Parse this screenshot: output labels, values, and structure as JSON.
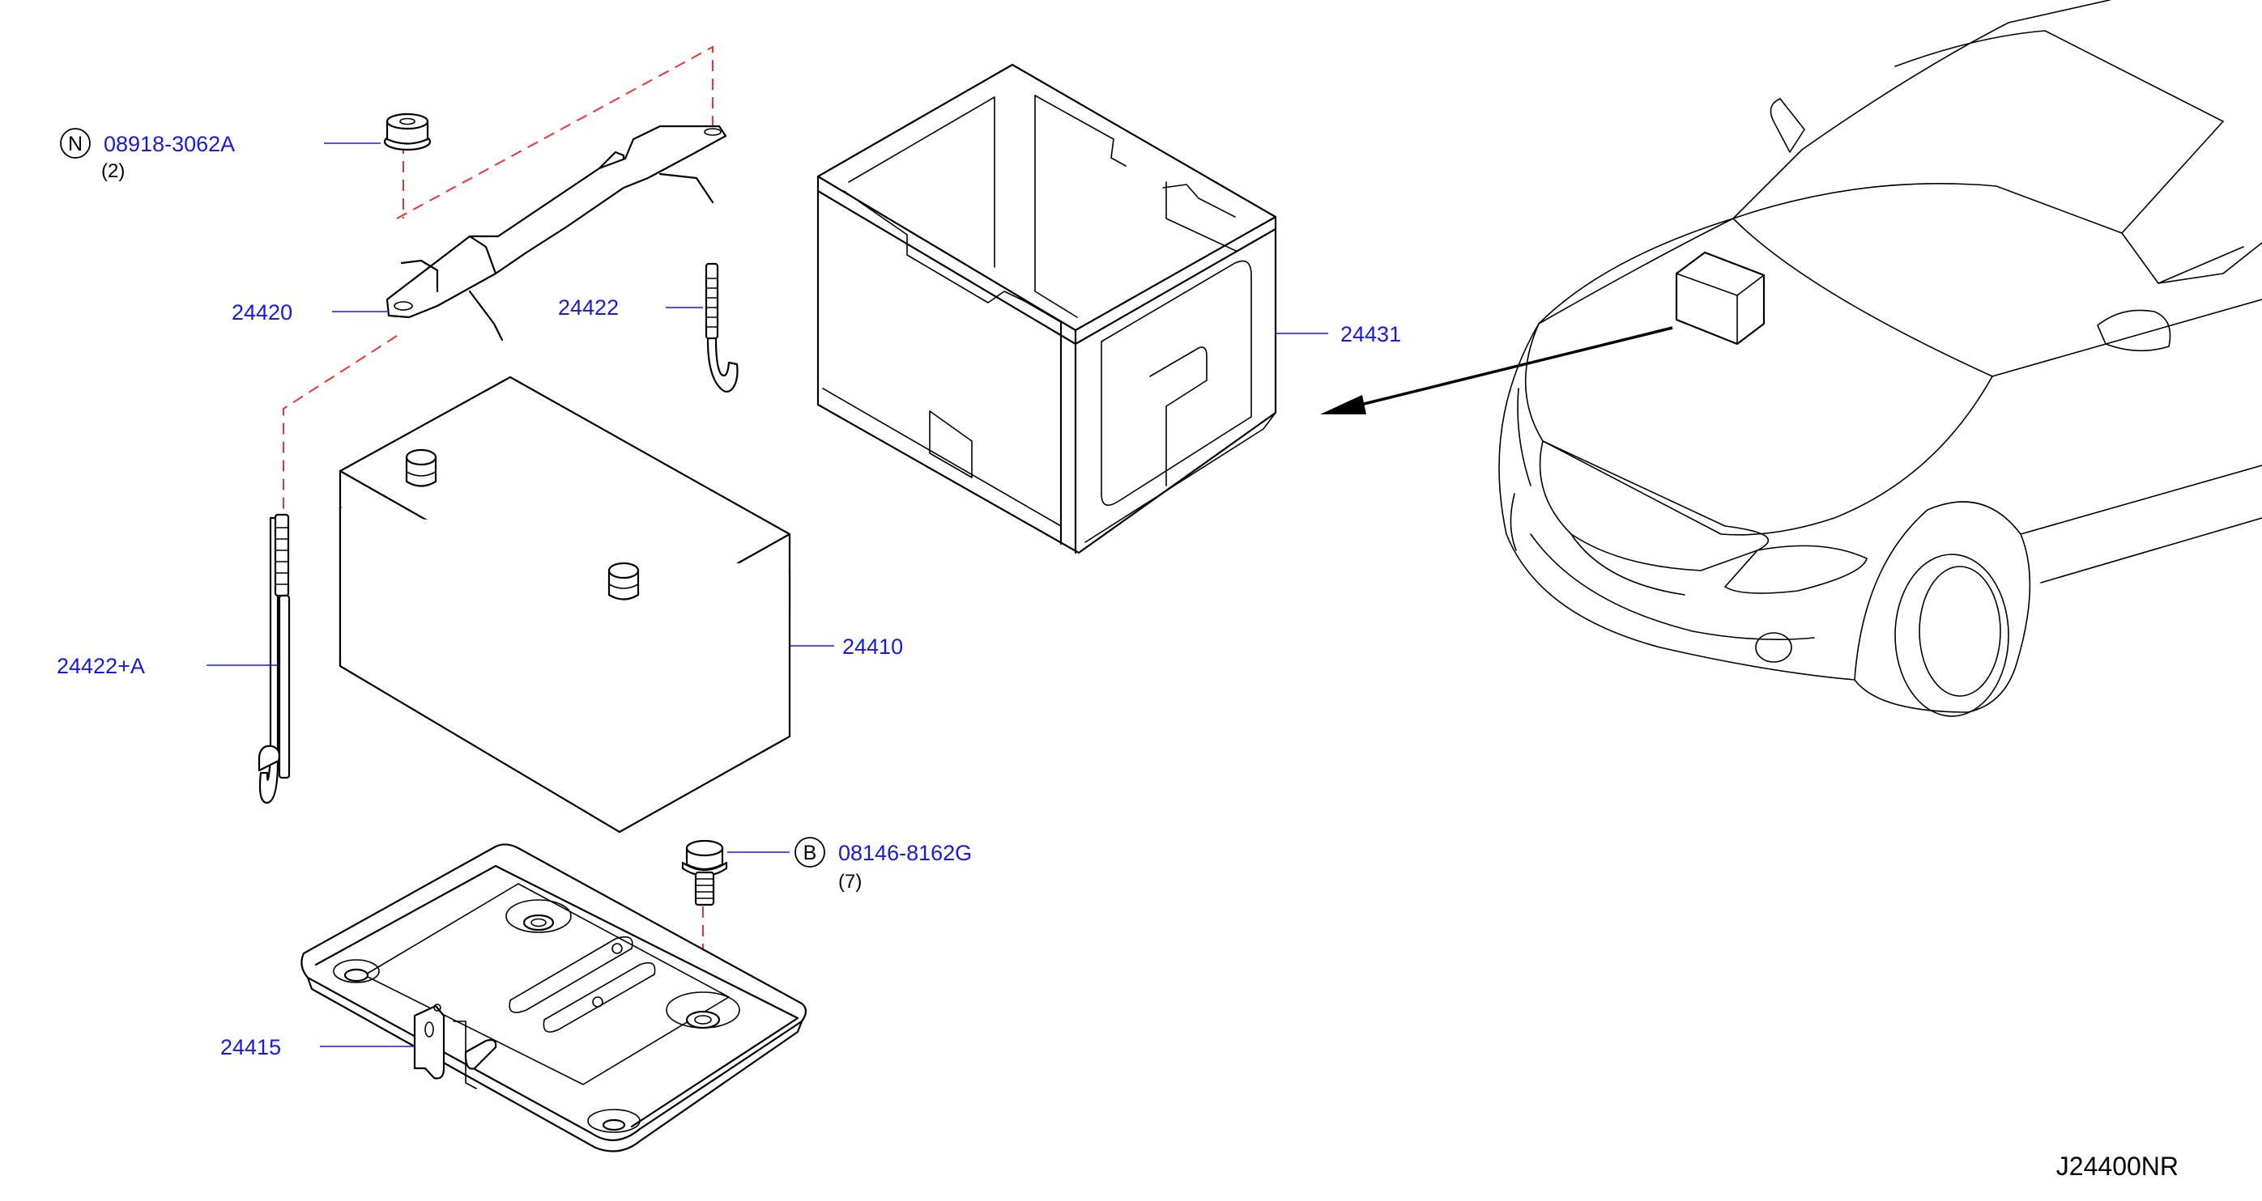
{
  "diagram_code": "J24400NR",
  "fastener_nut": {
    "symbol": "N",
    "part_no": "08918-3062A",
    "qty": "(2)"
  },
  "fastener_bolt": {
    "symbol": "B",
    "part_no": "08146-8162G",
    "qty": "(7)"
  },
  "parts": {
    "clamp": "24420",
    "rod_right": "24422",
    "rod_left": "24422+A",
    "battery": "24410",
    "cover": "24431",
    "tray": "24415"
  },
  "colors": {
    "label": "#1a1ad6",
    "guide_dash": "#e33333",
    "line": "#000000"
  }
}
